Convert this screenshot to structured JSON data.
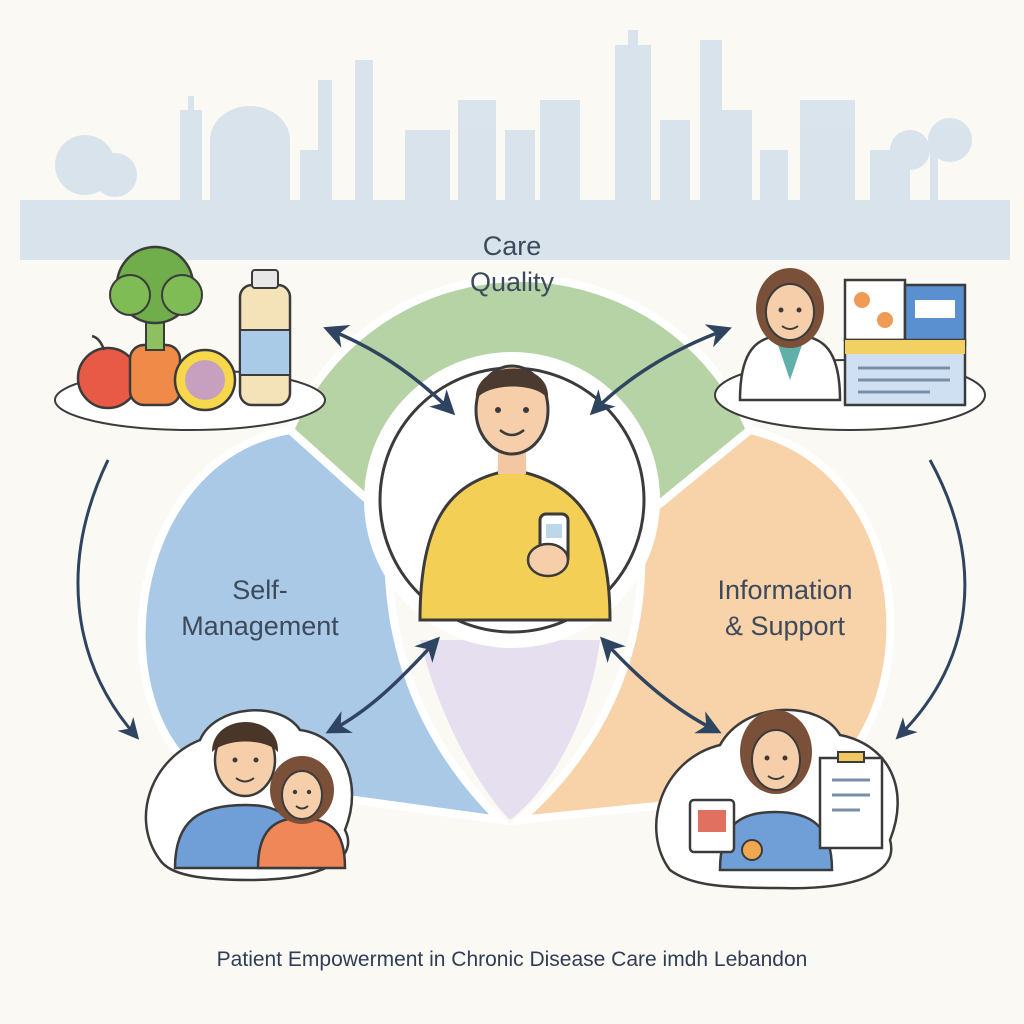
{
  "labels": {
    "care_quality": [
      "Care",
      "Quality"
    ],
    "self_management": [
      "Self-",
      "Management"
    ],
    "information_support": [
      "Information",
      "& Support"
    ]
  },
  "caption": "Patient Empowerment in Chronic Disease Care imdh Lebandon",
  "colors": {
    "background": "#fbf9f4",
    "care_quality": "#a9cc98",
    "self_management": "#9cc0e0",
    "information_support": "#f6c896",
    "overlap": "#ddd4ec",
    "arrow": "#2f4460",
    "text": "#3d4a5c",
    "skyline": "#cddbe6"
  },
  "icons": {
    "top_left": "healthy-food-icon",
    "top_right": "doctor-records-icon",
    "center": "patient-with-glucometer-icon",
    "bottom_left": "family-icon",
    "bottom_right": "support-worker-icon",
    "background": "city-skyline"
  }
}
